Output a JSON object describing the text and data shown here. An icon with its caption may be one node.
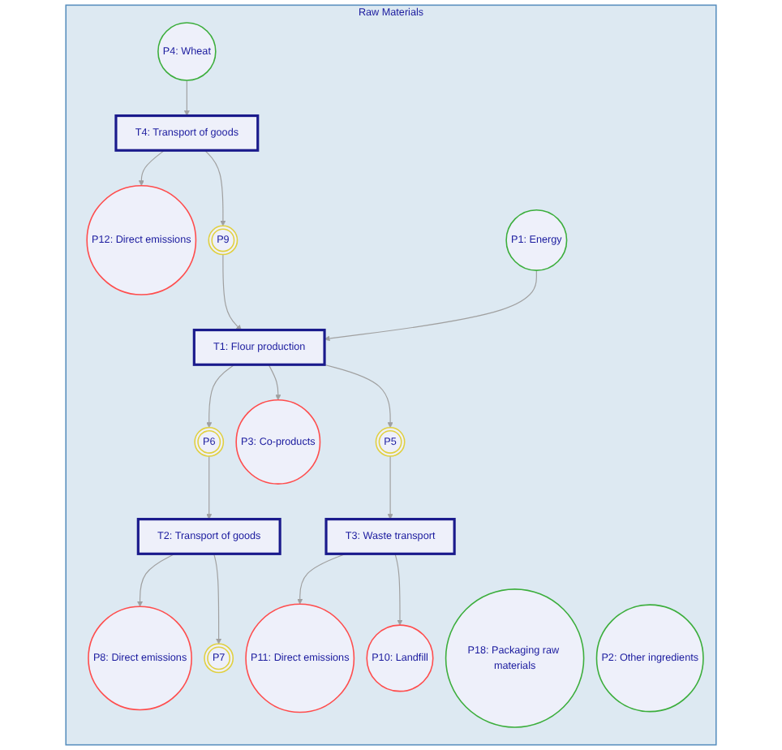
{
  "diagram": {
    "nodes": [
      {
        "text": [
          "Raw Materials"
        ]
      },
      {
        "text": [
          "P12: Direct emissions"
        ],
        "in": 0
      },
      {
        "text": [
          "P18: Packaging raw materials"
        ],
        "in": 0
      },
      {
        "text": [
          "P2: Other ingredients"
        ],
        "in": 0
      },
      {
        "text": [
          "P4: Wheat"
        ],
        "in": 0
      },
      {
        "text": [
          "T4: Transport of goods"
        ],
        "in": 0
      },
      {
        "text": [
          "P8: Direct emissions"
        ],
        "in": 0
      },
      {
        "text": [
          "P1: Energy"
        ],
        "in": 0
      },
      {
        "text": [
          "P9"
        ],
        "in": 0
      },
      {
        "text": [
          "T1: Flour production"
        ],
        "in": 0
      },
      {
        "text": [
          "P6"
        ],
        "in": 0
      },
      {
        "text": [
          "T2: Transport of goods"
        ],
        "in": 0
      },
      {
        "text": [
          "P7"
        ],
        "in": 0
      },
      {
        "text": [
          "P11: Direct emissions"
        ],
        "in": 0
      },
      {
        "text": [
          "P3: Co-products"
        ],
        "in": 0
      },
      {
        "text": [
          "P5"
        ],
        "in": 0
      },
      {
        "text": [
          "T3: Waste transport"
        ],
        "in": 0
      },
      {
        "text": [
          "P10: Landfill"
        ],
        "in": 0
      }
    ],
    "edges": [
      {
        "from": 4,
        "to": 5,
        "arrow": "to"
      },
      {
        "from": 5,
        "to": 1,
        "arrow": "to"
      },
      {
        "from": 5,
        "to": 8,
        "arrow": "to"
      },
      {
        "from": 8,
        "to": 9,
        "arrow": "to"
      },
      {
        "from": 7,
        "to": 9,
        "arrow": "to"
      },
      {
        "from": 9,
        "to": 10,
        "arrow": "to"
      },
      {
        "from": 10,
        "to": 11,
        "arrow": "to"
      },
      {
        "from": 11,
        "to": 6,
        "arrow": "to"
      },
      {
        "from": 11,
        "to": 12,
        "arrow": "to"
      },
      {
        "from": 9,
        "to": 14,
        "arrow": "to"
      },
      {
        "from": 9,
        "to": 15,
        "arrow": "to"
      },
      {
        "from": 15,
        "to": 16,
        "arrow": "to"
      },
      {
        "from": 16,
        "to": 13,
        "arrow": "to"
      },
      {
        "from": 16,
        "to": 17,
        "arrow": "to"
      }
    ]
  }
}
